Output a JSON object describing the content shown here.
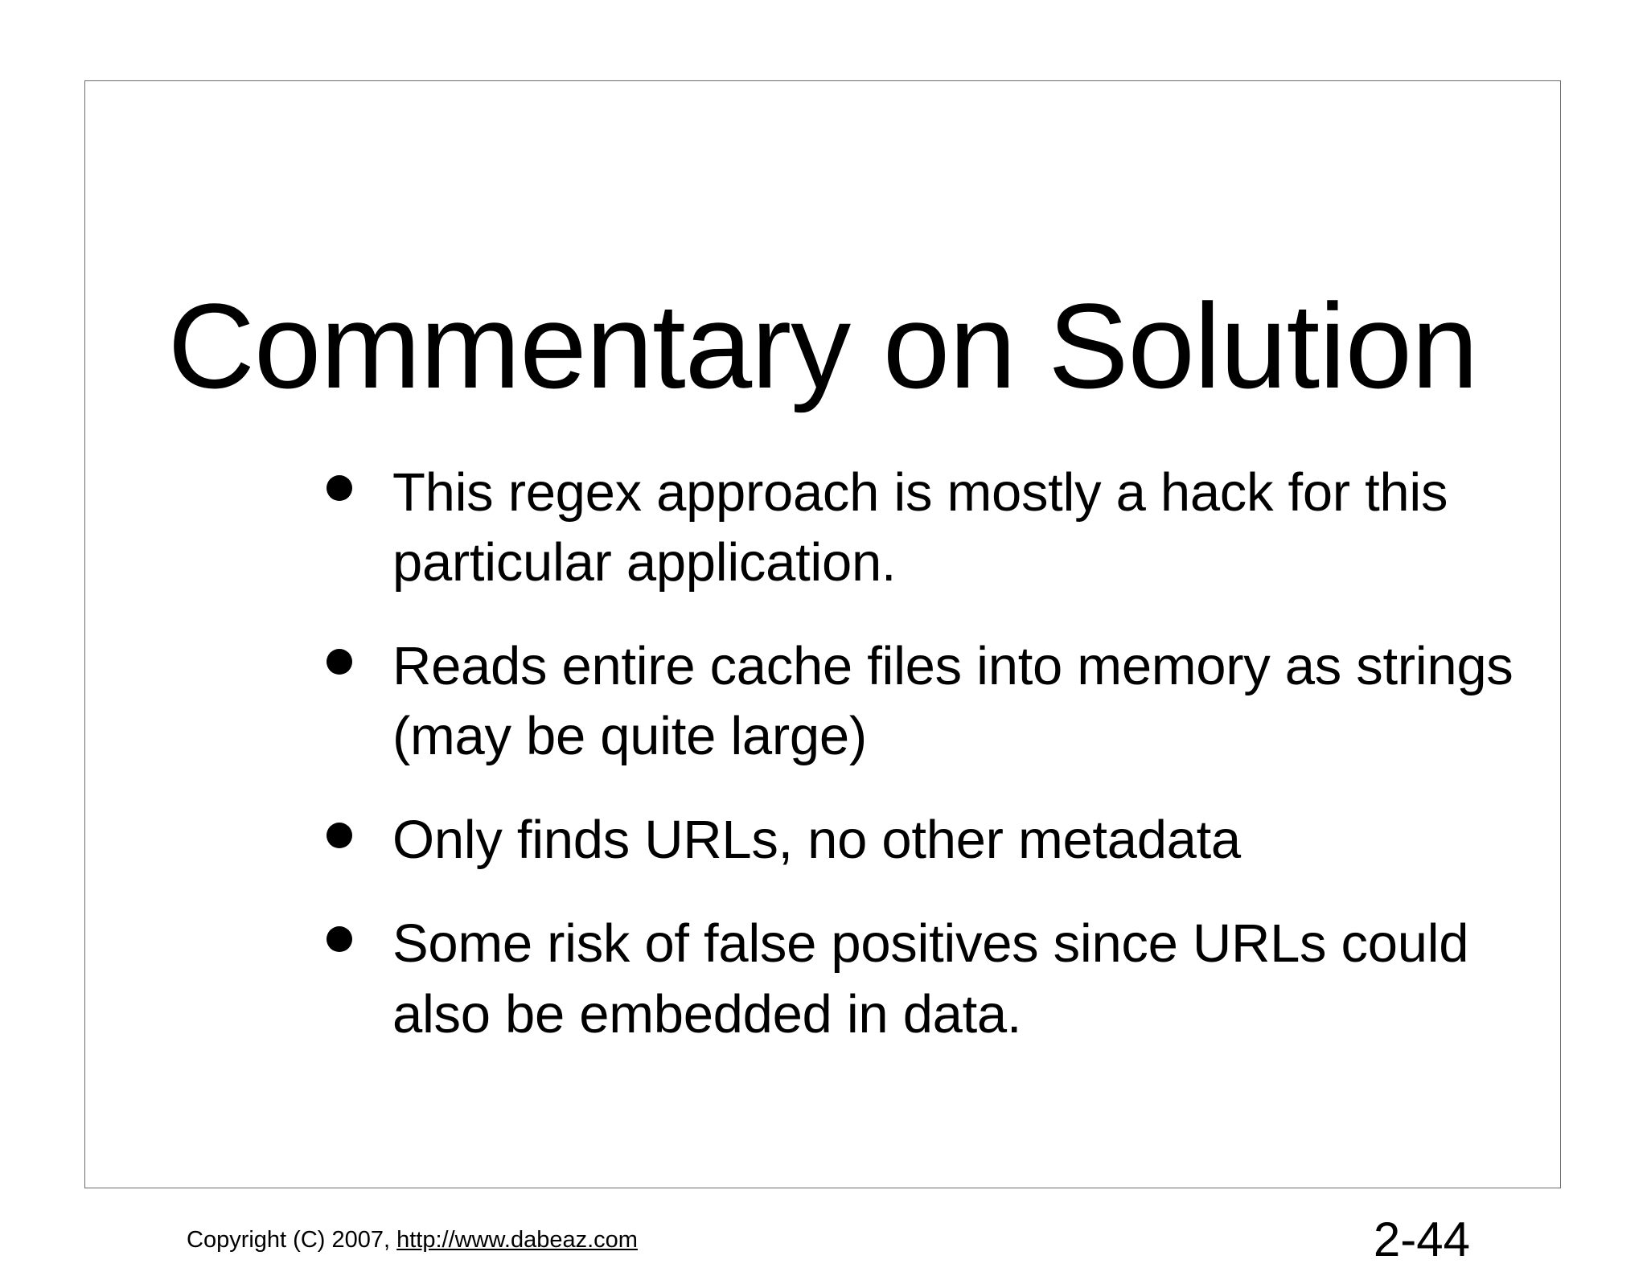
{
  "slide": {
    "title": "Commentary on Solution",
    "bullets": [
      {
        "text": "This regex approach is mostly a hack for this particular application."
      },
      {
        "text": "Reads entire cache files into memory as strings (may be quite large)"
      },
      {
        "text": "Only finds URLs, no other metadata"
      },
      {
        "text": "Some risk of false positives since URLs could also be embedded in data."
      }
    ],
    "footer": {
      "copyright": "Copyright (C) 2007,",
      "url": "http://www.dabeaz.com"
    },
    "page_number": "2-44"
  },
  "colors": {
    "text": "#000000",
    "frame_border": "#6b6b6b",
    "background": "#ffffff"
  }
}
